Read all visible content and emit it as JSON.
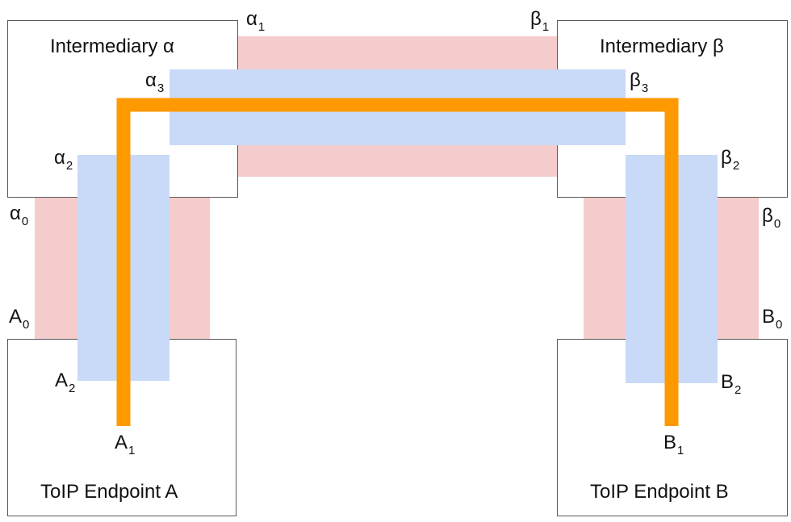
{
  "boxes": {
    "intermediary_alpha": "Intermediary α",
    "intermediary_beta": "Intermediary β",
    "endpoint_a": "ToIP Endpoint A",
    "endpoint_b": "ToIP Endpoint B"
  },
  "labels": {
    "alpha1": {
      "base": "α",
      "sub": "1"
    },
    "beta1": {
      "base": "β",
      "sub": "1"
    },
    "alpha3": {
      "base": "α",
      "sub": "3"
    },
    "beta3": {
      "base": "β",
      "sub": "3"
    },
    "alpha2": {
      "base": "α",
      "sub": "2"
    },
    "beta2": {
      "base": "β",
      "sub": "2"
    },
    "alpha0": {
      "base": "α",
      "sub": "0"
    },
    "beta0": {
      "base": "β",
      "sub": "0"
    },
    "a0": {
      "base": "A",
      "sub": "0"
    },
    "b0": {
      "base": "B",
      "sub": "0"
    },
    "a2": {
      "base": "A",
      "sub": "2"
    },
    "b2": {
      "base": "B",
      "sub": "2"
    },
    "a1": {
      "base": "A",
      "sub": "1"
    },
    "b1": {
      "base": "B",
      "sub": "1"
    }
  },
  "colors": {
    "pink_channel": "#f4cccc",
    "blue_channel": "#c9daf8",
    "orange_path": "#ff9900",
    "box_border": "#595959"
  }
}
